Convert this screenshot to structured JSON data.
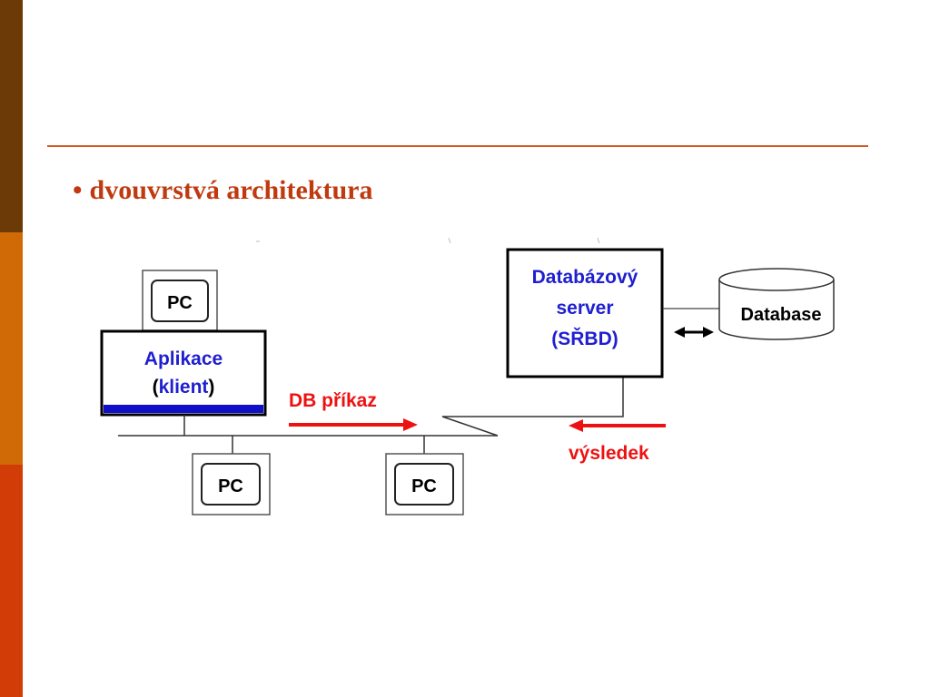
{
  "slide": {
    "bullet": "dvouvrstvá architektura"
  },
  "colors": {
    "band_top": "#6b3a06",
    "band_mid": "#d06a06",
    "band_bottom": "#d23c06",
    "title_text": "#c0390f",
    "rule": "#d05a20",
    "blue_text": "#1f1fd0",
    "red_arrow": "#ee1111"
  },
  "diagram": {
    "client_pc_label": "PC",
    "app_line1": "Aplikace",
    "app_paren_open": "(",
    "app_client_word": "klient",
    "app_paren_close": ")",
    "db_command_label": "DB příkaz",
    "server_line1": "Databázový",
    "server_line2": "server",
    "server_line3": "(SŘBD)",
    "database_label": "Database",
    "result_label": "výsledek",
    "pc_left_label": "PC",
    "pc_right_label": "PC"
  }
}
